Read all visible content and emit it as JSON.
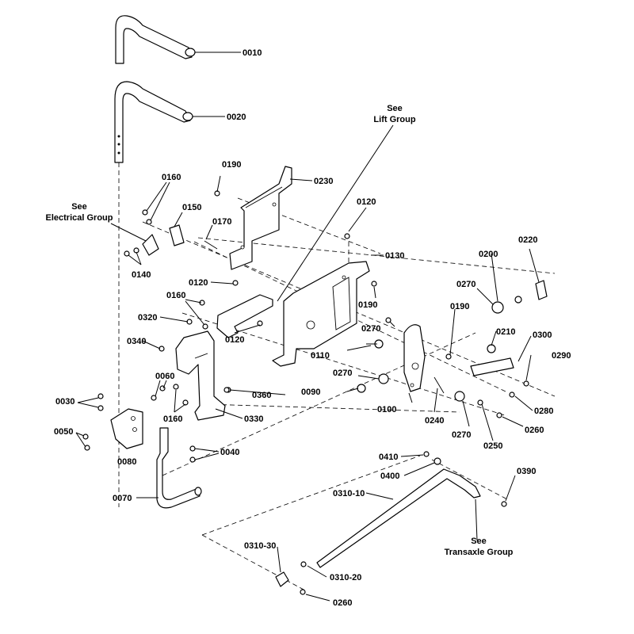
{
  "parts": {
    "p0010": "0010",
    "p0020": "0020",
    "p0030": "0030",
    "p0040": "0040",
    "p0050": "0050",
    "p0060": "0060",
    "p0070": "0070",
    "p0080": "0080",
    "p0090": "0090",
    "p0100": "0100",
    "p0110": "0110",
    "p0120a": "0120",
    "p0120b": "0120",
    "p0120c": "0120",
    "p0130": "0130",
    "p0140": "0140",
    "p0150": "0150",
    "p0160a": "0160",
    "p0160b": "0160",
    "p0160c": "0160",
    "p0170": "0170",
    "p0190a": "0190",
    "p0190b": "0190",
    "p0190c": "0190",
    "p0200": "0200",
    "p0210": "0210",
    "p0220": "0220",
    "p0230": "0230",
    "p0240": "0240",
    "p0250": "0250",
    "p0260a": "0260",
    "p0260b": "0260",
    "p0270a": "0270",
    "p0270b": "0270",
    "p0270c": "0270",
    "p0270d": "0270",
    "p0280": "0280",
    "p0290": "0290",
    "p0300": "0300",
    "p0310_10": "0310-10",
    "p0310_20": "0310-20",
    "p0310_30": "0310-30",
    "p0320": "0320",
    "p0330": "0330",
    "p0340": "0340",
    "p0360": "0360",
    "p0390": "0390",
    "p0400": "0400",
    "p0410": "0410"
  },
  "notes": {
    "lift_line1": "See",
    "lift_line2": "Lift Group",
    "electrical_line1": "See",
    "electrical_line2": "Electrical Group",
    "transaxle_line1": "See",
    "transaxle_line2": "Transaxle Group"
  }
}
